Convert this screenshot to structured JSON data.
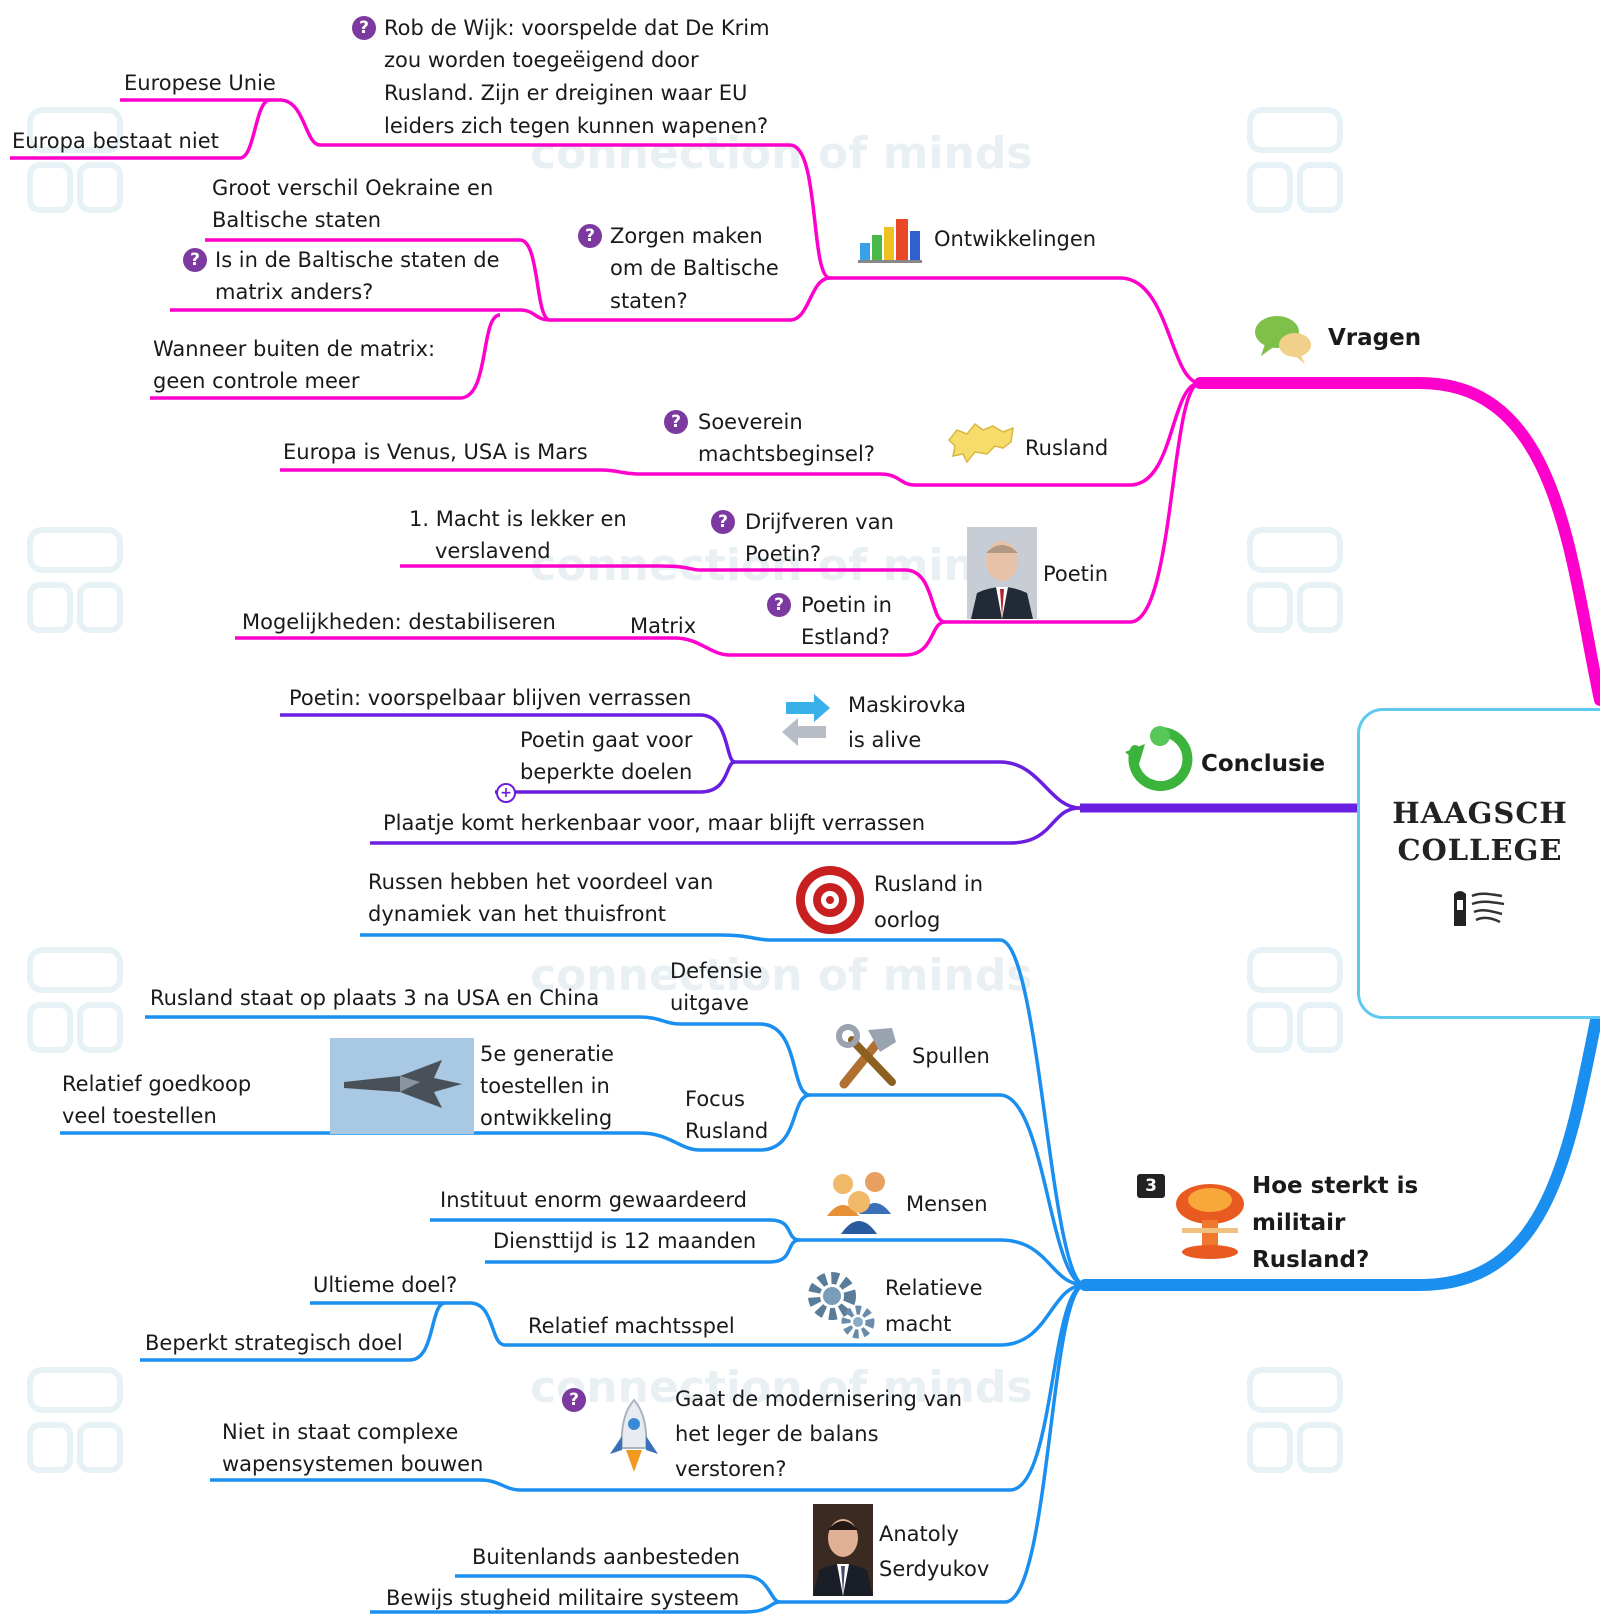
{
  "central": {
    "title_line1": "HAAGSCH",
    "title_line2": "COLLEGE"
  },
  "watermark": {
    "text_a": "connection",
    "text_b": "of minds"
  },
  "branches": {
    "vragen": {
      "label": "Vragen",
      "ontwikkelingen": {
        "label": "Ontwikkelingen",
        "rob_de_wijk": [
          "Rob de Wijk: voorspelde dat De Krim",
          "zou worden toegeëigend door",
          "Rusland. Zijn er dreiginen waar EU",
          "leiders zich tegen kunnen wapenen?"
        ],
        "europese_unie": "Europese Unie",
        "europa_bestaat_niet": "Europa bestaat niet",
        "zorgen": [
          "Zorgen maken",
          "om de Baltische",
          "staten?"
        ],
        "groot_verschil": [
          "Groot verschil Oekraine en",
          "Baltische staten"
        ],
        "matrix_anders": [
          "Is in de Baltische staten de",
          "matrix anders?"
        ],
        "buiten_matrix": [
          "Wanneer buiten de matrix:",
          "geen controle meer"
        ]
      },
      "rusland": {
        "label": "Rusland",
        "soeverein": [
          "Soeverein",
          "machtsbeginsel?"
        ],
        "venus_mars": "Europa is Venus, USA is Mars"
      },
      "poetin": {
        "label": "Poetin",
        "drijfveren": [
          "Drijfveren van",
          "Poetin?"
        ],
        "macht_lekker": [
          "1. Macht is lekker en",
          "verslavend"
        ],
        "estland": [
          "Poetin in",
          "Estland?"
        ],
        "matrix": "Matrix",
        "mogelijkheden": "Mogelijkheden: destabiliseren"
      }
    },
    "conclusie": {
      "label": "Conclusie",
      "maskirovka": [
        "Maskirovka",
        "is alive"
      ],
      "voorspelbaar": "Poetin: voorspelbaar blijven verrassen",
      "beperkte_doelen": [
        "Poetin gaat voor",
        "beperkte doelen"
      ],
      "plaatje": "Plaatje komt herkenbaar voor, maar blijft verrassen",
      "collapse_symbol": "+"
    },
    "militair": {
      "label": [
        "Hoe sterkt is",
        "militair",
        "Rusland?"
      ],
      "badge": "3",
      "oorlog": {
        "label": [
          "Rusland in",
          "oorlog"
        ],
        "thuisfront": [
          "Russen hebben het voordeel van",
          "dynamiek van het thuisfront"
        ]
      },
      "spullen": {
        "label": "Spullen",
        "defensie": [
          "Defensie",
          "uitgave"
        ],
        "plaats3": "Rusland staat op plaats 3 na USA en China",
        "focus": [
          "Focus",
          "Rusland"
        ],
        "generatie": [
          "5e generatie",
          "toestellen in",
          "ontwikkeling"
        ],
        "goedkoop": [
          "Relatief goedkoop",
          "veel toestellen"
        ]
      },
      "mensen": {
        "label": "Mensen",
        "instituut": "Instituut enorm gewaardeerd",
        "diensttijd": "Diensttijd is 12 maanden"
      },
      "relatieve_macht": {
        "label": [
          "Relatieve",
          "macht"
        ],
        "machtsspel": "Relatief machtsspel",
        "ultieme": "Ultieme doel?",
        "beperkt": "Beperkt strategisch doel"
      },
      "modernisering": {
        "label": [
          "Gaat de modernisering van",
          "het leger de balans",
          "verstoren?"
        ],
        "complexe": [
          "Niet in staat complexe",
          "wapensystemen bouwen"
        ]
      },
      "serdyukov": {
        "label": [
          "Anatoly",
          "Serdyukov"
        ],
        "buitenlands": "Buitenlands aanbesteden",
        "bewijs": "Bewijs stugheid militaire systeem"
      }
    }
  },
  "colors": {
    "vragen": "#ff00cc",
    "conclusie": "#6a1ee0",
    "militair": "#1a8ff0",
    "central_border": "#5ec8ee"
  }
}
